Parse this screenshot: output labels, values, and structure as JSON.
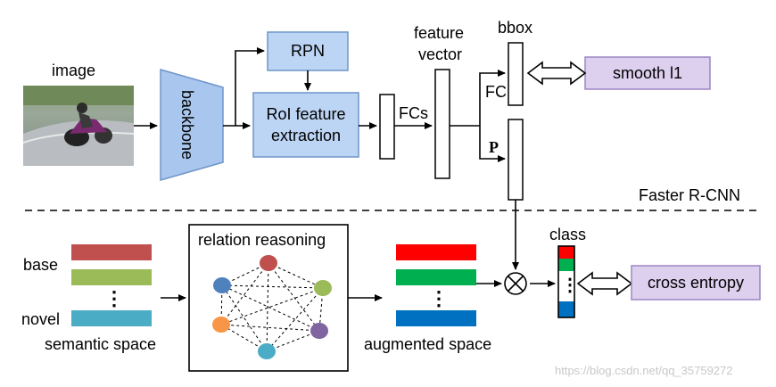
{
  "labels": {
    "image": "image",
    "backbone": "backbone",
    "rpn": "RPN",
    "roi_line1": "RoI feature",
    "roi_line2": "extraction",
    "fcs": "FCs",
    "feature_vector_line1": "feature",
    "feature_vector_line2": "vector",
    "bbox": "bbox",
    "fc": "FC",
    "p": "P",
    "smooth_l1": "smooth l1",
    "faster_rcnn": "Faster R-CNN",
    "class": "class",
    "cross_entropy": "cross entropy",
    "relation_reasoning": "relation reasoning",
    "base": "base",
    "novel": "novel",
    "semantic_space": "semantic space",
    "augmented_space": "augmented space",
    "ellipsis": "⋮",
    "watermark": "https://blog.csdn.net/qq_35759272"
  },
  "colors": {
    "blue_box": "#bcd5f5",
    "blue_box_border": "#6f95c9",
    "backbone_fill": "#a9c7ee",
    "purple_box": "#ddd0ef",
    "purple_box_border": "#9b86c4",
    "semantic": [
      "#c0504d",
      "#9bbb59",
      "#4bacc6"
    ],
    "augmented": [
      "#ff0000",
      "#00b050",
      "#0070c0"
    ],
    "graph_nodes": [
      "#c0504d",
      "#9bbb59",
      "#8064a2",
      "#4bacc6",
      "#f79646",
      "#4f81bd"
    ],
    "class_vector": [
      "#ff0000",
      "#00b050",
      "#ffffff",
      "#0070c0"
    ]
  }
}
